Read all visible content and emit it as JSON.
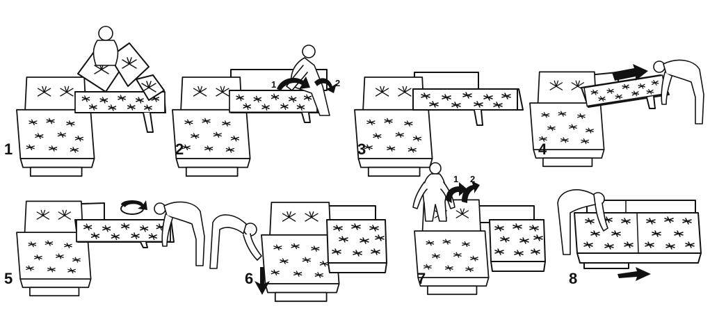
{
  "steps": [
    {
      "number": "1"
    },
    {
      "number": "2",
      "arrows": [
        "1",
        "2"
      ]
    },
    {
      "number": "3"
    },
    {
      "number": "4"
    },
    {
      "number": "5"
    },
    {
      "number": "6"
    },
    {
      "number": "7",
      "arrows": [
        "1",
        "2"
      ]
    },
    {
      "number": "8"
    }
  ],
  "colors": {
    "ink": "#111111",
    "paper": "#ffffff"
  },
  "icons": [
    "sofa-icon",
    "person-icon",
    "cushion-icon",
    "arrow-icon",
    "rotate-arrow-icon"
  ]
}
